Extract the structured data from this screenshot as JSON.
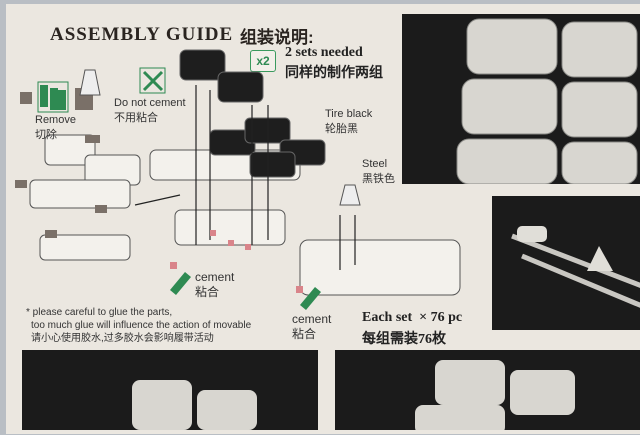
{
  "header": {
    "title": "ASSEMBLY GUIDE",
    "title_cn": "组装说明:"
  },
  "sets": {
    "badge": "x2",
    "label": "2 sets needed",
    "label_cn": "同样的制作两组"
  },
  "labels": {
    "remove": "Remove",
    "remove_cn": "切除",
    "do_not_cement": "Do not cement",
    "do_not_cement_cn": "不用粘合",
    "tire_black": "Tire black",
    "tire_black_cn": "轮胎黑",
    "steel": "Steel",
    "steel_cn": "黑铁色",
    "cement1": "cement",
    "cement1_cn": "粘合",
    "cement2": "cement",
    "cement2_cn": "粘合"
  },
  "note": {
    "line1": "* please careful to glue the parts,",
    "line2": "too much glue will influence the action of movable",
    "line3": "请小心使用胶水,过多胶水会影响履带活动"
  },
  "count": {
    "label": "Each set  × 76 pc",
    "label_cn": "每组需装76枚"
  },
  "colors": {
    "paper": "#ebe7e0",
    "green": "#2e8a52",
    "panel": "#1b1b1b",
    "cement_mark": "#d9848a"
  }
}
